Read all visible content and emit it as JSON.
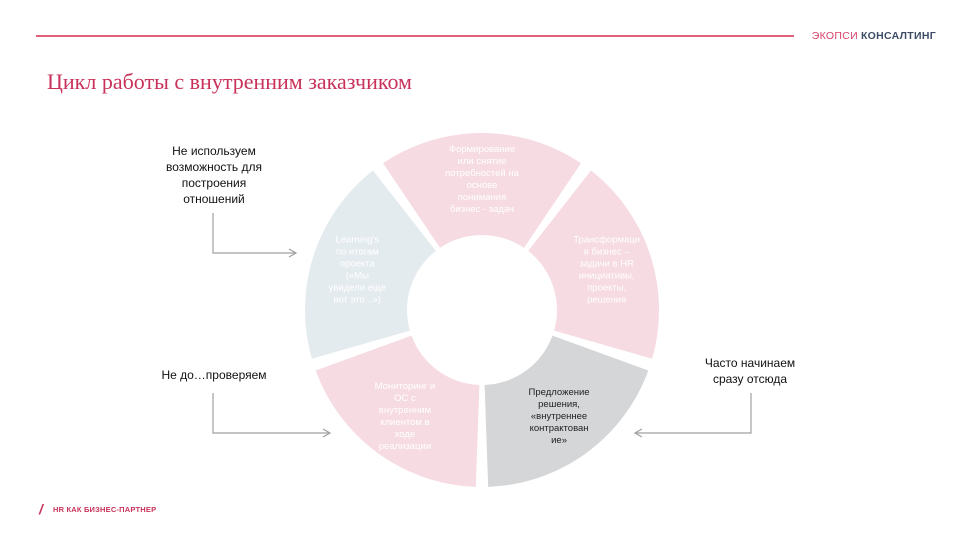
{
  "header": {
    "brand_part1": "ЭКОПСИ",
    "brand_part2": "КОНСАЛТИНГ"
  },
  "title": "Цикл работы с внутренним заказчиком",
  "footer": {
    "slash": "/",
    "text": "HR КАК БИЗНЕС-ПАРТНЕР"
  },
  "colors": {
    "accent": "#c8325a",
    "segment_pink": "#f6dbe2",
    "segment_light": "#e4ebee",
    "segment_active": "#d5d6d8"
  },
  "cycle": {
    "segments": [
      {
        "lines": [
          "Формирование",
          "или снятие",
          "потребностей на",
          "основе",
          "понимания",
          "бизнес - задач"
        ],
        "fill": "#f6dbe2",
        "dark": false
      },
      {
        "lines": [
          "Трансформаци",
          "я бизнес –",
          "задачи в  HR",
          "инициативы,",
          "проекты,",
          "решения"
        ],
        "fill": "#f6dbe2",
        "dark": false
      },
      {
        "lines": [
          "Предложение",
          "решения,",
          "«внутреннее",
          "контрактован",
          "ие»"
        ],
        "fill": "#d5d6d8",
        "dark": true
      },
      {
        "lines": [
          "Мониторинг и",
          "ОС с",
          "внутренним",
          "клиентом в",
          "ходе",
          "реализации"
        ],
        "fill": "#f6dbe2",
        "dark": false
      },
      {
        "lines": [
          "Learning's",
          "по итогам",
          "проекта",
          "(«Мы",
          "увидели еще",
          "вот это...»)"
        ],
        "fill": "#e4ebee",
        "dark": false
      }
    ]
  },
  "notes": {
    "top_left": [
      "Не используем",
      "возможность для",
      "построения",
      "отношений"
    ],
    "mid_left": "Не до…проверяем",
    "right": [
      "Часто начинаем",
      "сразу отсюда"
    ]
  }
}
